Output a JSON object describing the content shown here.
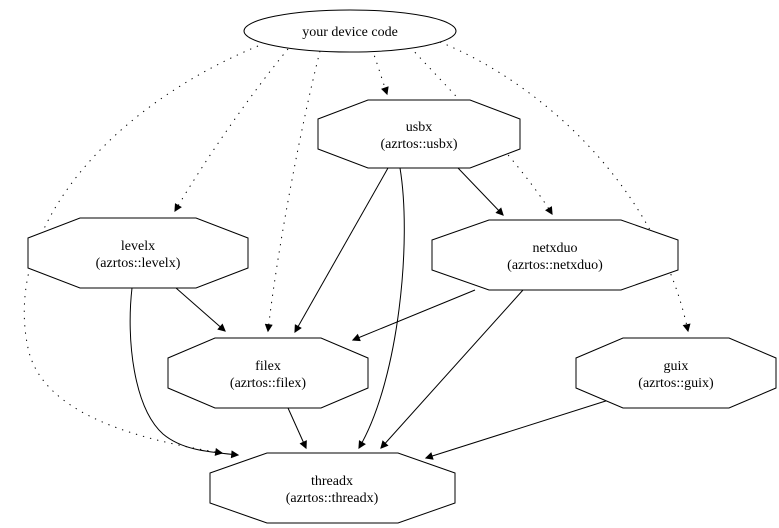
{
  "diagram": {
    "type": "dependency-graph",
    "background": "#ffffff",
    "stroke_color": "#000000",
    "nodes": {
      "device_code": {
        "label": "your device code",
        "shape": "ellipse"
      },
      "usbx": {
        "label": "usbx",
        "sublabel": "(azrtos::usbx)",
        "shape": "octagon"
      },
      "levelx": {
        "label": "levelx",
        "sublabel": "(azrtos::levelx)",
        "shape": "octagon"
      },
      "netxduo": {
        "label": "netxduo",
        "sublabel": "(azrtos::netxduo)",
        "shape": "octagon"
      },
      "filex": {
        "label": "filex",
        "sublabel": "(azrtos::filex)",
        "shape": "octagon"
      },
      "guix": {
        "label": "guix",
        "sublabel": "(azrtos::guix)",
        "shape": "octagon"
      },
      "threadx": {
        "label": "threadx",
        "sublabel": "(azrtos::threadx)",
        "shape": "octagon"
      }
    },
    "edges": [
      {
        "from": "device_code",
        "to": "usbx",
        "style": "dotted"
      },
      {
        "from": "device_code",
        "to": "levelx",
        "style": "dotted"
      },
      {
        "from": "device_code",
        "to": "netxduo",
        "style": "dotted"
      },
      {
        "from": "device_code",
        "to": "filex",
        "style": "dotted"
      },
      {
        "from": "device_code",
        "to": "guix",
        "style": "dotted"
      },
      {
        "from": "device_code",
        "to": "threadx",
        "style": "dotted"
      },
      {
        "from": "usbx",
        "to": "netxduo",
        "style": "solid"
      },
      {
        "from": "usbx",
        "to": "filex",
        "style": "solid"
      },
      {
        "from": "usbx",
        "to": "threadx",
        "style": "solid"
      },
      {
        "from": "levelx",
        "to": "filex",
        "style": "solid"
      },
      {
        "from": "levelx",
        "to": "threadx",
        "style": "solid"
      },
      {
        "from": "netxduo",
        "to": "filex",
        "style": "solid"
      },
      {
        "from": "netxduo",
        "to": "threadx",
        "style": "solid"
      },
      {
        "from": "filex",
        "to": "threadx",
        "style": "solid"
      },
      {
        "from": "guix",
        "to": "threadx",
        "style": "solid"
      }
    ]
  }
}
